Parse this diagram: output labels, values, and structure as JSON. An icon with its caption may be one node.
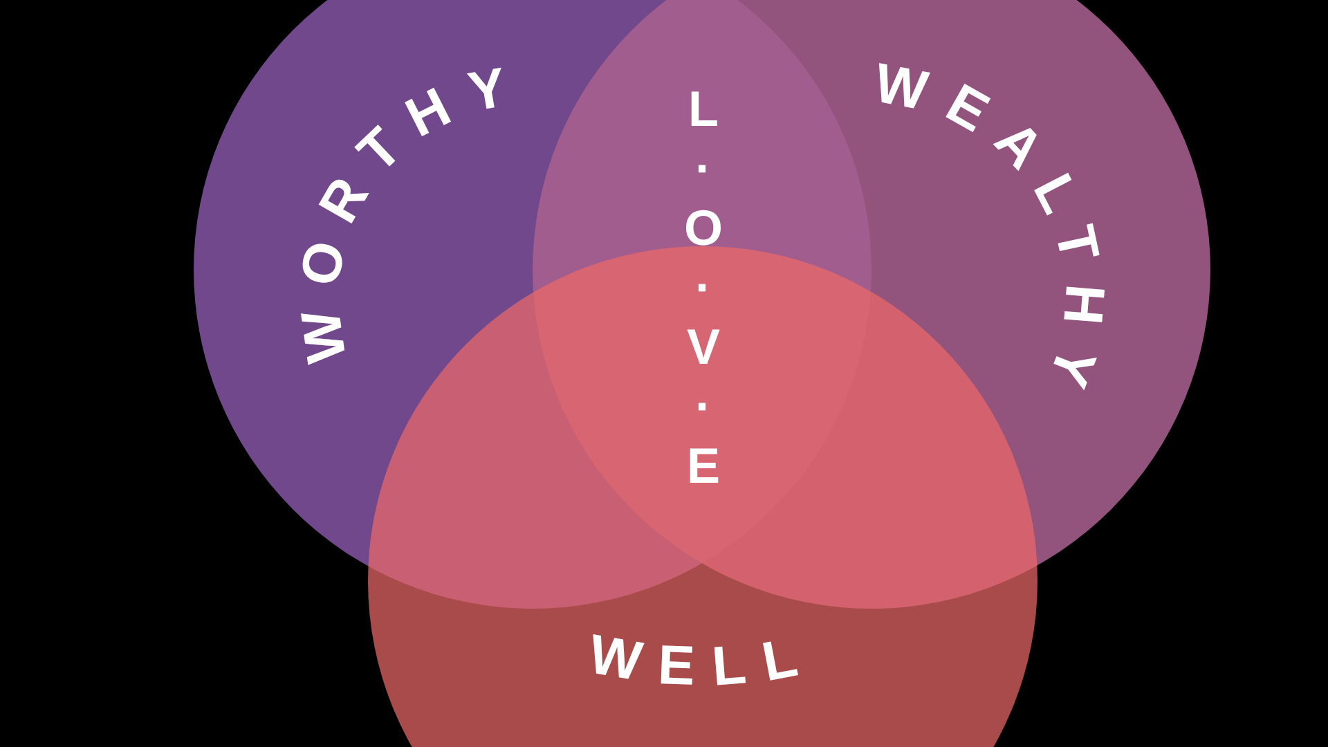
{
  "diagram": {
    "nodes": [
      {
        "text": [
          "WORTHY"
        ]
      },
      {
        "text": [
          "WEALTHY"
        ]
      },
      {
        "text": [
          "WELL"
        ]
      }
    ],
    "edges": [],
    "labels": [
      "L·O·V·E"
    ]
  }
}
